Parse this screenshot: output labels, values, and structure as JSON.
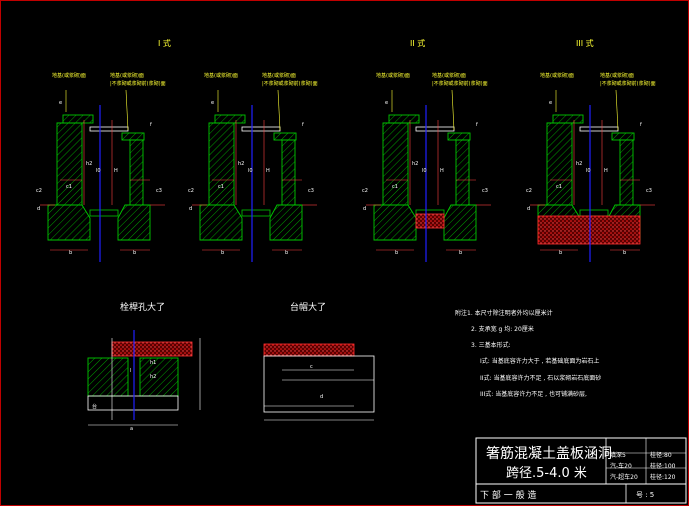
{
  "variants": [
    {
      "title": "I  式",
      "note_a": "地基(或浆砌)面",
      "note_b1": "地基(或浆砌)面",
      "note_b2": "|不浆砌或浆砌前(浆砌)面"
    },
    {
      "title": "",
      "note_a": "地基(或浆砌)面",
      "note_b1": "地基(或浆砌)面",
      "note_b2": "|不浆砌或浆砌前(浆砌)面"
    },
    {
      "title": "II  式",
      "note_a": "地基(或浆砌)面",
      "note_b1": "地基(或浆砌)面",
      "note_b2": "|不浆砌或浆砌前(浆砌)面"
    },
    {
      "title": "III  式",
      "note_a": "地基(或浆砌)面",
      "note_b1": "地基(或浆砌)面",
      "note_b2": "|不浆砌或浆砌前(浆砌)面"
    }
  ],
  "dim_labels": {
    "c1": "c1",
    "c2": "c2",
    "c3": "c3",
    "d": "d",
    "b": "b",
    "l0": "l0",
    "h": "H",
    "h2": "h2",
    "e": "e",
    "f": "f"
  },
  "detail_left_title": "栓桿孔大了",
  "detail_right_title": "台帽大了",
  "detail_labels": {
    "a": "a",
    "d": "d",
    "c": "c",
    "base": "台",
    "l": "l",
    "h1": "h1",
    "h2": "h2"
  },
  "notes": {
    "n1": "附注1. 本尺寸除注明者外均以厘米计",
    "n2": "2. 支承宽 g 均: 20厘米",
    "n3": "3. 三基本形式:",
    "n4": "I式: 当基底容许力大于 ,   若基础底面为岩石上",
    "n5": "II式: 当基底容许力不足 ,   石以浆砌岩石底面砂",
    "n6": "III式: 当基底容许力不足 , 也可铺满砂层,"
  },
  "title_block": {
    "main_title": "箸筋混凝土盖板涵洞",
    "subtitle": "跨径.5-4.0   米",
    "drawing_name": "下 部 一 般   造",
    "row1_a": "填深5",
    "row1_b": "桂径:80",
    "row2_a": "汽-车20",
    "row2_b": "桂径:100",
    "row3_a": "汽-超车20",
    "row3_b": "桂径:120",
    "sheet": "号 : 5"
  },
  "colors": {
    "border": "#c00000",
    "concrete": "#00c800",
    "yellow": "#ffff33",
    "red": "#ff3030",
    "blue": "#2020ff",
    "white": "#ffffff",
    "dim_red": "#ff4040"
  }
}
